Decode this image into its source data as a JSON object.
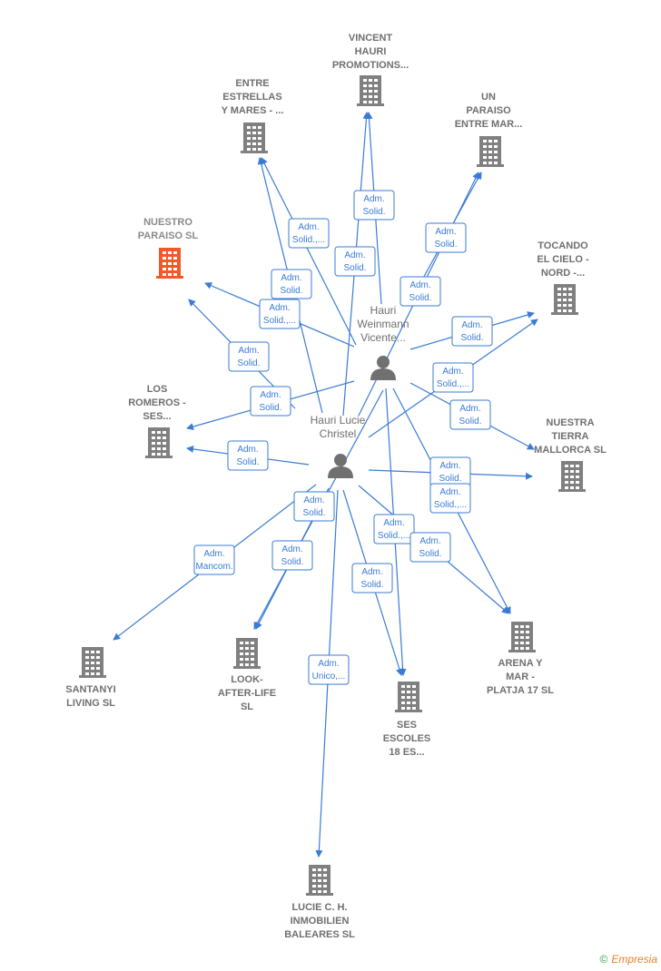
{
  "colors": {
    "edge": "#3a7bd5",
    "company": "#808080",
    "company_highlight": "#f05a28",
    "person": "#707070",
    "label": "#6f6f6f"
  },
  "persons": [
    {
      "id": "hwv",
      "label": [
        "Hauri",
        "Weinmann",
        "Vicente..."
      ]
    },
    {
      "id": "hlc",
      "label": [
        "Hauri Lucie",
        "Christel"
      ]
    }
  ],
  "companies": [
    {
      "id": "vincent",
      "label": [
        "VINCENT",
        "HAURI",
        "PROMOTIONS..."
      ],
      "highlight": false
    },
    {
      "id": "entre",
      "label": [
        "ENTRE",
        "ESTRELLAS",
        "Y MARES - ..."
      ],
      "highlight": false
    },
    {
      "id": "unparaiso",
      "label": [
        "UN",
        "PARAISO",
        "ENTRE MAR..."
      ],
      "highlight": false
    },
    {
      "id": "nuestro",
      "label": [
        "NUESTRO",
        "PARAISO  SL"
      ],
      "highlight": true
    },
    {
      "id": "tocando",
      "label": [
        "TOCANDO",
        "EL CIELO -",
        "NORD -..."
      ],
      "highlight": false
    },
    {
      "id": "losromeros",
      "label": [
        "LOS",
        "ROMEROS -",
        "SES..."
      ],
      "highlight": false
    },
    {
      "id": "nuestratierra",
      "label": [
        "NUESTRA",
        "TIERRA",
        "MALLORCA  SL"
      ],
      "highlight": false
    },
    {
      "id": "santanyi",
      "label": [
        "SANTANYI",
        "LIVING  SL"
      ],
      "highlight": false
    },
    {
      "id": "look",
      "label": [
        "LOOK-",
        "AFTER-LIFE",
        "SL"
      ],
      "highlight": false
    },
    {
      "id": "sesescoles",
      "label": [
        "SES",
        "ESCOLES",
        "18 ES..."
      ],
      "highlight": false
    },
    {
      "id": "arena",
      "label": [
        "ARENA Y",
        "MAR -",
        "PLATJA 17  SL"
      ],
      "highlight": false
    },
    {
      "id": "lucie",
      "label": [
        "LUCIE C.  H.",
        "INMOBILIEN",
        "BALEARES  SL"
      ],
      "highlight": false
    }
  ],
  "edges": [
    {
      "from": "hwv",
      "to": "vincent",
      "label": [
        "Adm.",
        "Solid."
      ]
    },
    {
      "from": "hlc",
      "to": "vincent",
      "label": [
        "Adm.",
        "Solid."
      ]
    },
    {
      "from": "hwv",
      "to": "entre",
      "label": [
        "Adm.",
        "Solid.,..."
      ]
    },
    {
      "from": "hlc",
      "to": "entre",
      "label": [
        "Adm.",
        "Solid."
      ]
    },
    {
      "from": "hwv",
      "to": "unparaiso",
      "label": [
        "Adm.",
        "Solid."
      ]
    },
    {
      "from": "hlc",
      "to": "unparaiso",
      "label": [
        "Adm.",
        "Solid."
      ]
    },
    {
      "from": "hwv",
      "to": "nuestro",
      "label": [
        "Adm.",
        "Solid.,..."
      ]
    },
    {
      "from": "hlc",
      "to": "nuestro",
      "label": [
        "Adm.",
        "Solid."
      ]
    },
    {
      "from": "hwv",
      "to": "tocando",
      "label": [
        "Adm.",
        "Solid."
      ]
    },
    {
      "from": "hlc",
      "to": "tocando",
      "label": [
        "Adm.",
        "Solid.,..."
      ]
    },
    {
      "from": "hwv",
      "to": "losromeros",
      "label": [
        "Adm.",
        "Solid."
      ]
    },
    {
      "from": "hlc",
      "to": "losromeros",
      "label": [
        "Adm.",
        "Solid."
      ]
    },
    {
      "from": "hwv",
      "to": "nuestratierra",
      "label": [
        "Adm.",
        "Solid."
      ]
    },
    {
      "from": "hlc",
      "to": "nuestratierra",
      "label": [
        "Adm.",
        "Solid."
      ]
    },
    {
      "from": "hlc",
      "to": "santanyi",
      "label": [
        "Adm.",
        "Mancom."
      ]
    },
    {
      "from": "hwv",
      "to": "look",
      "label": [
        "Adm.",
        "Solid."
      ]
    },
    {
      "from": "hlc",
      "to": "look",
      "label": [
        "Adm.",
        "Solid."
      ]
    },
    {
      "from": "hwv",
      "to": "sesescoles",
      "label": [
        "Adm.",
        "Solid.,..."
      ]
    },
    {
      "from": "hlc",
      "to": "sesescoles",
      "label": [
        "Adm.",
        "Solid."
      ]
    },
    {
      "from": "hwv",
      "to": "arena",
      "label": [
        "Adm.",
        "Solid.,..."
      ]
    },
    {
      "from": "hlc",
      "to": "arena",
      "label": [
        "Adm.",
        "Solid."
      ]
    },
    {
      "from": "hlc",
      "to": "lucie",
      "label": [
        "Adm.",
        "Unico,..."
      ]
    }
  ],
  "watermark": {
    "symbol": "©",
    "text": "Empresia"
  }
}
